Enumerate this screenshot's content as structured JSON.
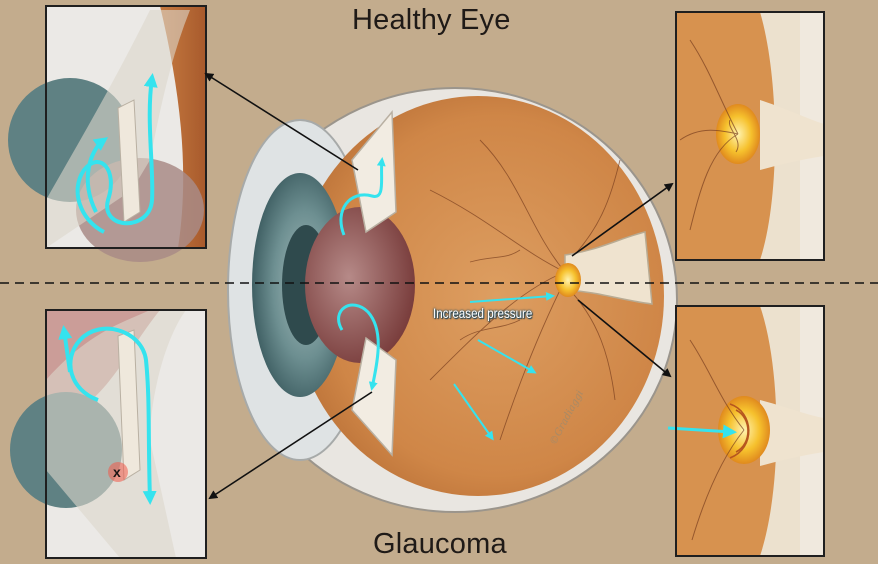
{
  "titles": {
    "top": "Healthy Eye",
    "bottom": "Glaucoma"
  },
  "labels": {
    "pressure": "Increased pressure",
    "blockage": "x",
    "signature": "©Gradiaggi"
  },
  "colors": {
    "background": "#c3ac8d",
    "flow_arrow": "#35e3ee",
    "retina": "#d9975a",
    "optic_disc": "#f6c12d",
    "frame": "#1f1f1f"
  },
  "icons": {
    "flow": "arrow-icon",
    "pointer": "pointer-arrow-icon"
  }
}
